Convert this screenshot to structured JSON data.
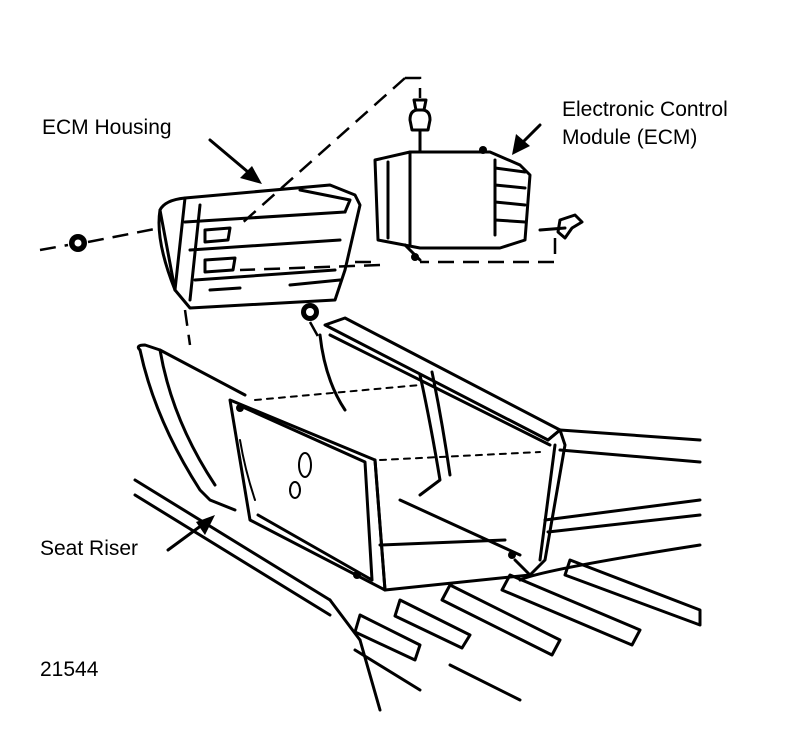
{
  "labels": {
    "ecm_housing": "ECM Housing",
    "ecm_line1": "Electronic Control",
    "ecm_line2": "Module (ECM)",
    "seat_riser": "Seat Riser",
    "figure_number": "21544"
  }
}
